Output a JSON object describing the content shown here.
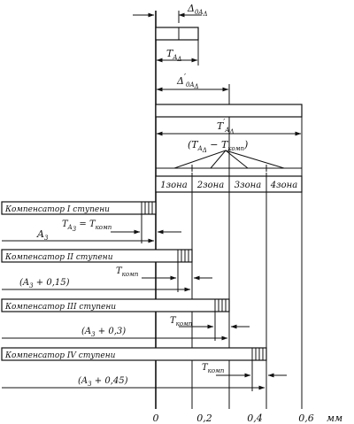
{
  "tolerance": {
    "delta_sym": "Δ",
    "delta_sub": "0A",
    "delta_sub2": "Δ",
    "T_sym": "T",
    "T_sub": "A",
    "T_sub2": "Δ"
  },
  "expanded": {
    "delta_sym": "Δ",
    "delta_prime": "′",
    "delta_sub": "0A",
    "delta_sub2": "Δ",
    "T_sym": "T",
    "T_prime": "′",
    "T_sub": "A",
    "T_sub2": "Δ",
    "formula_open": "(T",
    "formula_sub": "A",
    "formula_sub2": "Δ",
    "formula_mid": " − T",
    "formula_sub3": "комп",
    "formula_close": ")"
  },
  "zones": [
    "1зона",
    "2зона",
    "3зона",
    "4зона"
  ],
  "compensators": [
    {
      "label": "Компенсатор I ступени",
      "eq_T": "T",
      "eq_sub": "A",
      "eq_sub2": "3",
      "eq_mid": " = T",
      "eq_sub3": "комп",
      "size_text": "A",
      "size_sub": "3"
    },
    {
      "label": "Компенсатор II ступени",
      "tk_T": "T",
      "tk_sub": "комп",
      "size_text": "(A",
      "size_sub": "3",
      "size_tail": " + 0,15)"
    },
    {
      "label": "Компенсатор III ступени",
      "tk_T": "T",
      "tk_sub": "комп",
      "size_text": "(A",
      "size_sub": "3",
      "size_tail": " + 0,3)"
    },
    {
      "label": "Компенсатор IV ступени",
      "tk_T": "T",
      "tk_sub": "комп",
      "size_text": "(A",
      "size_sub": "3",
      "size_tail": " + 0,45)"
    }
  ],
  "axis": {
    "ticks": [
      "0",
      "0,2",
      "0,4",
      "0,6"
    ],
    "unit": "мм"
  }
}
